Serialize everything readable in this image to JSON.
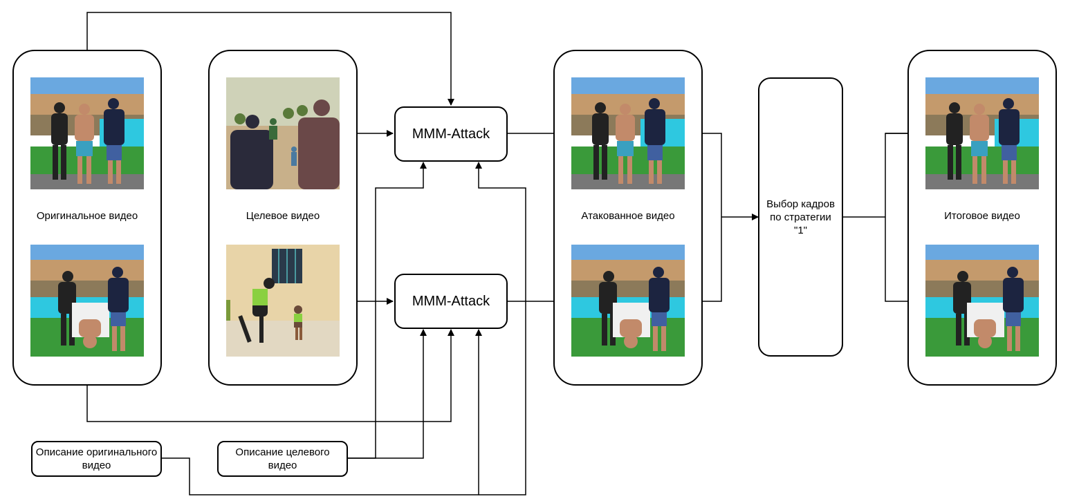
{
  "groups": {
    "original": {
      "label": "Оригинальное видео"
    },
    "target": {
      "label": "Целевое видео"
    },
    "attacked": {
      "label": "Атакованное видео"
    },
    "final": {
      "label": "Итоговое видео"
    }
  },
  "nodes": {
    "attack_top": "MMM-Attack",
    "attack_bottom": "MMM-Attack",
    "selection": "Выбор кадров по стратегии \"1\"",
    "desc_original": "Описание оригинального видео",
    "desc_target": "Описание целевого видео"
  },
  "colors": {
    "sky": "#6aa8e0",
    "cliff": "#c49a6c",
    "grass": "#3a9a3a",
    "pool": "#2ec8e0",
    "sand": "#c8b08a",
    "wall": "#e8d4a8",
    "line": "#000000"
  }
}
